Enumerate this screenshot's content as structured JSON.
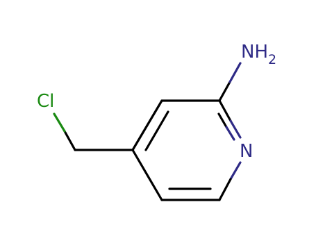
{
  "molecule": {
    "atoms": {
      "amine": {
        "symbol": "NH",
        "subscript": "2",
        "color": "#2e2a86"
      },
      "ring_nitrogen": {
        "symbol": "N",
        "color": "#2e2a86"
      },
      "chlorine": {
        "symbol": "Cl",
        "color": "#1a8a12"
      }
    },
    "colors": {
      "carbon_bond": "#000000",
      "nitrogen": "#2e2a86",
      "chlorine": "#1a8a12",
      "background": "#ffffff"
    }
  }
}
